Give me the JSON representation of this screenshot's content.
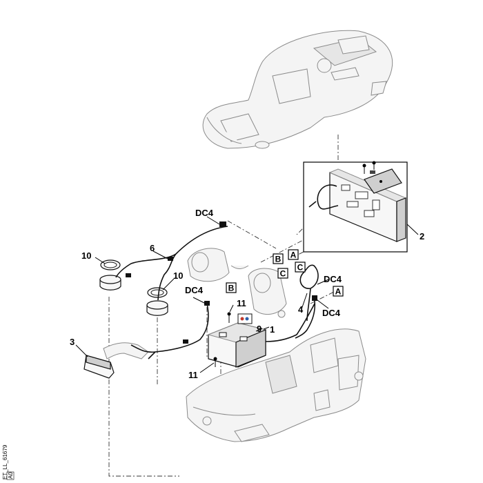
{
  "drawing_id": "ET_LL_61679",
  "drawing_rev": "A0",
  "callouts": {
    "dc4_top": "DC4",
    "dc4_mid": "DC4",
    "dc4_right_upper": "DC4",
    "dc4_right_lower": "DC4",
    "n1": "1",
    "n2": "2",
    "n3": "3",
    "n4": "4",
    "n6": "6",
    "n9": "9",
    "n10a": "10",
    "n10b": "10",
    "n11a": "11",
    "n11b": "11"
  },
  "connector_tags": {
    "a1": "A",
    "a2": "A",
    "b1": "B",
    "b2": "B",
    "c1": "C",
    "c2": "C"
  }
}
